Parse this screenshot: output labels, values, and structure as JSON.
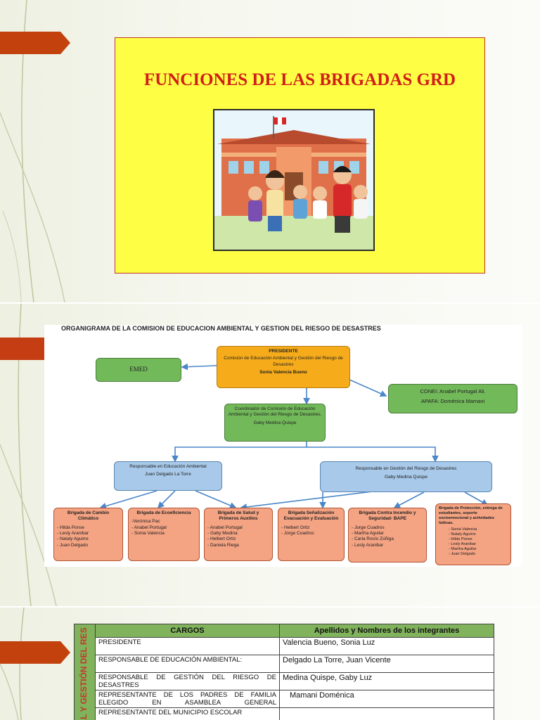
{
  "slide1": {
    "title": "FUNCIONES DE LAS BRIGADAS GRD",
    "illustration": "school-children-illustration",
    "colors": {
      "title": "#d01f18",
      "panel": "#fefe44",
      "tab": "#c2410c"
    }
  },
  "slide2": {
    "org_title": "ORGANIGRAMA DE LA COMISION DE EDUCACION AMBIENTAL Y GESTION DEL RIESGO DE DESASTRES",
    "emed": "EMED",
    "presidente": {
      "heading": "PRESIDENTE",
      "text": "Comisión de Educación Ambiental y Gestión del Riesgo de Desastres",
      "name": "Sonia Valencia Bueno"
    },
    "conei": {
      "line1": "CONEI: Anabel Portugal Ali.",
      "line2": "APAFA: Doménica Mamani"
    },
    "coordinador": {
      "text": "Coordinador de Comisión de Educación Ambiental y Gestión del Riesgo de Desastres.",
      "name": "Gaby Medina Quispe"
    },
    "resp_ea": {
      "text": "Responsable en Educación Ambiental",
      "name": "Juan Delgado La Torre"
    },
    "resp_grd": {
      "text": "Responsable en Gestión del Riesgo de Desastres",
      "name": "Gaby Medina Quispe"
    },
    "brigadas": [
      {
        "title": "Brigada de Cambio Climático",
        "members": [
          "- Hilda Ponse",
          "- Lesly Aranibar",
          "- Nataly Aguirre",
          "- Juan Delgado"
        ]
      },
      {
        "title": "Brigada de Ecoeficiencia",
        "members": [
          "-Verónica Pac",
          "- Anabel Portugal",
          "- Sonia Valencia"
        ]
      },
      {
        "title": "Brigada de Salud y Primeros Auxilios",
        "members": [
          "- Anabel Portugal",
          "- Gaby Medina",
          "- Helbert Ortiz",
          "- Daniela Riega"
        ]
      },
      {
        "title": "Brigada Señalización Evacuación y Evaluación",
        "members": [
          "- Helbert Ortiz",
          "- Jorge Cuadros"
        ]
      },
      {
        "title": "Brigada Contra Incendio y Seguridad- BAPE",
        "members": [
          "- Jorge Cuadros",
          "- Martha Aguilar",
          "- Carla Rocío Zúñiga",
          "- Lesly Aranibar"
        ]
      },
      {
        "title": "Brigada de Protección, entrega de estudiantes, soporte socioemocional y actividades lúdicas.",
        "members": [
          "- Sonia Valencia",
          "- Nataly Aguirre",
          "- Hilda Ponse",
          "- Lesly Aranibar",
          "- Martha Aguilar",
          "- Juan Delgado"
        ]
      }
    ]
  },
  "slide3": {
    "side_label": "TAL Y GESTIÓN DEL RES",
    "headers": [
      "CARGOS",
      "Apellidos y Nombres de los integrantes"
    ],
    "rows": [
      {
        "cargo": "PRESIDENTE",
        "nombre": "Valencia Bueno, Sonia Luz"
      },
      {
        "cargo": "RESPONSABLE DE EDUCACIÓN AMBIENTAL:",
        "nombre": "Delgado La Torre, Juan Vicente"
      },
      {
        "cargo": "RESPONSABLE DE GESTIÓN DEL RIESGO DE DESASTRES",
        "nombre": "Medina Quispe, Gaby Luz"
      },
      {
        "cargo": "REPRESENTANTE DE LOS PADRES DE FAMILIA ELEGIDO EN ASAMBLEA GENERAL",
        "nombre": "Mamani Doménica"
      },
      {
        "cargo": "REPRESENTANTE DEL MUNICIPIO ESCOLAR",
        "nombre": ""
      }
    ]
  }
}
